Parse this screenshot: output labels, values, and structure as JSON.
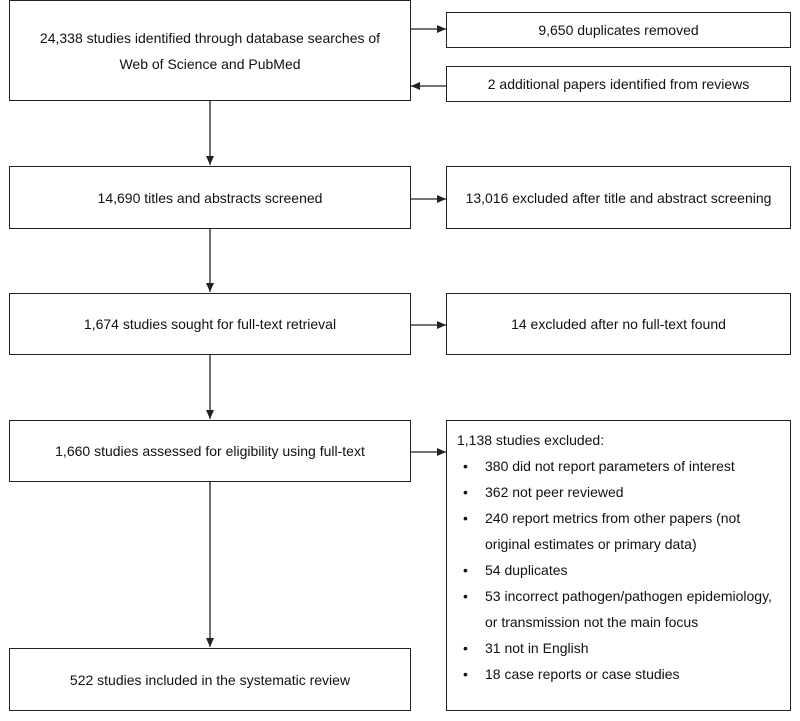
{
  "flow": {
    "identified": [
      "24,338 studies identified through database searches of",
      "Web of Science and PubMed"
    ],
    "duplicates": "9,650 duplicates removed",
    "additional": "2 additional papers identified from reviews",
    "screened": "14,690 titles and abstracts screened",
    "excluded_screening": "13,016 excluded after title and abstract screening",
    "sought": "1,674 studies sought for full-text retrieval",
    "excluded_fulltext": "14 excluded after no full-text found",
    "assessed": "1,660 studies assessed for eligibility using full-text",
    "included": "522 studies included in the systematic review"
  },
  "exclusions": {
    "header": "1,138 studies excluded:",
    "items": [
      [
        "380 did not report parameters of interest"
      ],
      [
        "362 not peer reviewed"
      ],
      [
        "240 report metrics from other papers (not",
        "original estimates or primary data)"
      ],
      [
        "54 duplicates"
      ],
      [
        "53 incorrect pathogen/pathogen epidemiology,",
        "or transmission not the main focus"
      ],
      [
        "31 not in English"
      ],
      [
        "18 case reports or case studies"
      ]
    ]
  }
}
